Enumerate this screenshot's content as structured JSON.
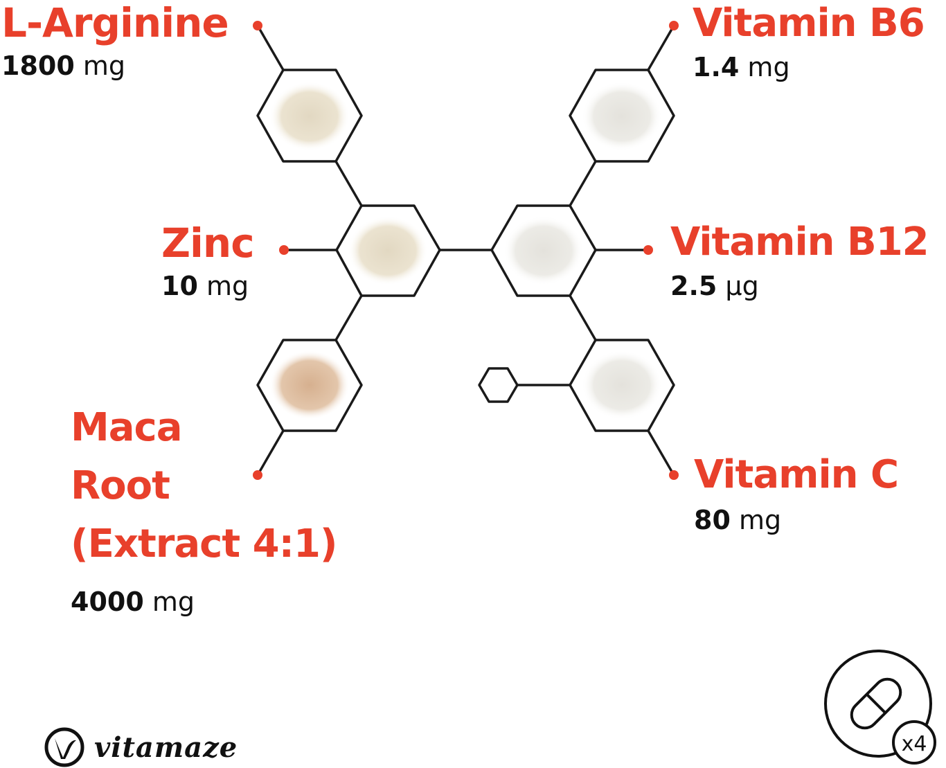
{
  "colors": {
    "accent": "#e8402b",
    "line": "#1a1a1a",
    "powder_white": "#ecebe6",
    "powder_cream": "#ebe3d0",
    "powder_tan": "#dcb99b"
  },
  "ingredients": {
    "l_arginine": {
      "name": "L-Arginine",
      "value": "1800",
      "unit": "mg"
    },
    "zinc": {
      "name": "Zinc",
      "value": "10",
      "unit": "mg"
    },
    "maca": {
      "name_line1": "Maca",
      "name_line2": "Root",
      "name_line3": "(Extract 4:1)",
      "value": "4000",
      "unit": "mg"
    },
    "vitamin_b6": {
      "name": "Vitamin B6",
      "value": "1.4",
      "unit": "mg"
    },
    "vitamin_b12": {
      "name": "Vitamin B12",
      "value": "2.5",
      "unit": "µg"
    },
    "vitamin_c": {
      "name": "Vitamin C",
      "value": "80",
      "unit": "mg"
    }
  },
  "brand": {
    "name": "vitamaze",
    "logo_icon": "vitamaze-v-logo-icon"
  },
  "dosage": {
    "icon": "capsule-icon",
    "count": "x4"
  }
}
